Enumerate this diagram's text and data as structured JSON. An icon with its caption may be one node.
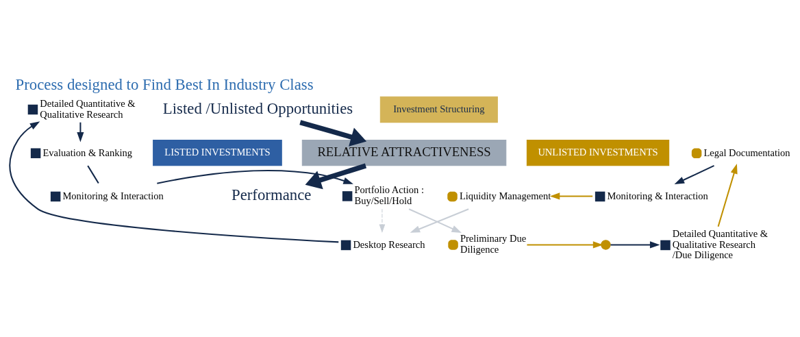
{
  "diagram": {
    "title": "Process designed to Find Best In Industry Class",
    "nodes": [
      {
        "text": [
          "Listed /Unlisted Opportunities"
        ]
      },
      {
        "text": [
          "Investment Structuring"
        ]
      },
      {
        "text": [],
        "shape": "box",
        "beside": [
          "Detailed Quantitative & Qualitative Research"
        ]
      },
      {
        "text": [],
        "shape": "box",
        "beside": [
          "Desktop Research"
        ]
      },
      {
        "text": [],
        "shape": "circle",
        "beside": [
          "Preliminary Due Diligence"
        ]
      },
      {
        "text": [],
        "shape": "circle"
      },
      {
        "text": [],
        "shape": "box",
        "beside": [
          "Detailed Quantitative & Qualitative Research /Due Diligence"
        ]
      },
      {
        "text": [],
        "shape": "box",
        "beside": [
          "Evaluation & Ranking"
        ]
      },
      {
        "text": [
          "LISTED INVESTMENTS"
        ]
      },
      {
        "text": [
          "RELATIVE ATTRACTIVENESS"
        ]
      },
      {
        "text": [
          "UNLISTED INVESTMENTS"
        ]
      },
      {
        "text": [],
        "shape": "circle",
        "beside": [
          "Legal Documentation"
        ]
      },
      {
        "text": [],
        "shape": "box",
        "beside": [
          "Monitoring & Interaction"
        ]
      },
      {
        "text": [],
        "shape": "box",
        "beside": [
          "Portfolio Action : Buy/Sell/Hold"
        ]
      },
      {
        "text": [],
        "shape": "circle",
        "beside": [
          "Liquidity Management"
        ]
      },
      {
        "text": [],
        "shape": "box",
        "beside": [
          "Monitoring & Interaction"
        ]
      },
      {
        "text": [
          "Performance"
        ]
      }
    ],
    "edges": [
      {
        "from": 0,
        "to": 9,
        "arrow": "to",
        "style": "thick"
      },
      {
        "from": 9,
        "to": 16,
        "arrow": "to",
        "style": "thick"
      },
      {
        "from": 3,
        "to": 2,
        "arrow": "to"
      },
      {
        "from": 2,
        "to": 7,
        "arrow": "to"
      },
      {
        "from": 7,
        "to": 12,
        "arrow": "none"
      },
      {
        "from": 12,
        "to": 13,
        "arrow": "to"
      },
      {
        "from": 13,
        "to": 3,
        "arrow": "to",
        "style": "dashed",
        "color": "#c8ced6"
      },
      {
        "from": 14,
        "to": 3,
        "arrow": "to",
        "color": "#c8ced6"
      },
      {
        "from": 13,
        "to": 4,
        "arrow": "to",
        "color": "#c8ced6"
      },
      {
        "from": 4,
        "to": 5,
        "arrow": "to",
        "color": "#c09000"
      },
      {
        "from": 5,
        "to": 6,
        "arrow": "to"
      },
      {
        "from": 6,
        "to": 11,
        "arrow": "to",
        "color": "#c09000"
      },
      {
        "from": 11,
        "to": 15,
        "arrow": "to"
      },
      {
        "from": 15,
        "to": 14,
        "arrow": "to",
        "color": "#c09000"
      }
    ]
  }
}
